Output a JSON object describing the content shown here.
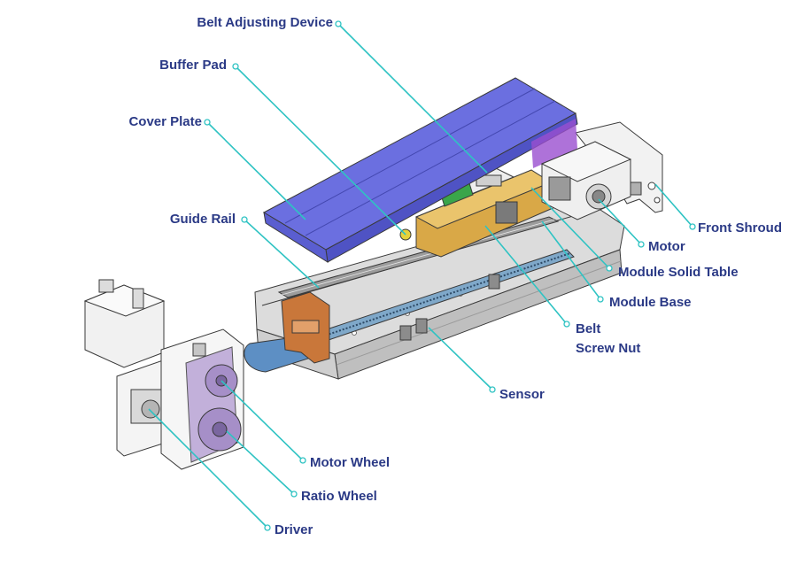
{
  "labels": {
    "belt_adjusting_device": "Belt Adjusting Device",
    "buffer_pad": "Buffer Pad",
    "cover_plate": "Cover Plate",
    "guide_rail": "Guide Rail",
    "front_shroud": "Front Shroud",
    "motor": "Motor",
    "module_solid_table": "Module Solid Table",
    "module_base": "Module Base",
    "belt": "Belt",
    "screw_nut": "Screw Nut",
    "sensor": "Sensor",
    "motor_wheel": "Motor Wheel",
    "ratio_wheel": "Ratio Wheel",
    "driver": "Driver"
  },
  "colors": {
    "label_text": "#2b3a86",
    "leader_line": "#2fc3c3",
    "cover_plate": "#6b6fe0",
    "solid_table": "#d9a847",
    "belt": "#7fa8c9",
    "bracket": "#c9773a",
    "gearbox": "#b9a4d6",
    "pcb": "#3aa54a",
    "base": "#d8d8d8"
  }
}
